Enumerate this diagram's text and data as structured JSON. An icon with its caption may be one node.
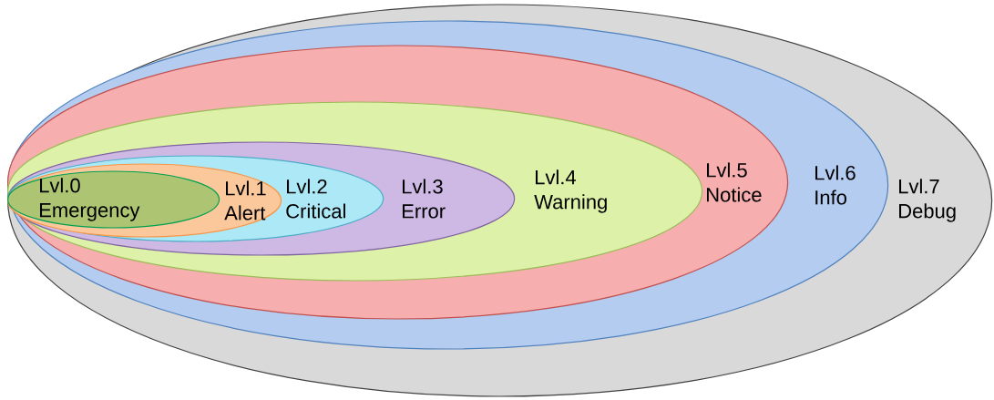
{
  "diagram": {
    "nodes": [
      {
        "text": [
          "Lvl.7 Debug"
        ]
      },
      {
        "text": [
          "Lvl.6 Info"
        ],
        "in": 0
      },
      {
        "text": [
          "Lvl.5 Notice"
        ],
        "in": 1
      },
      {
        "text": [
          "Lvl.4 Warning"
        ],
        "in": 2
      },
      {
        "text": [
          "Lvl.3 Error"
        ],
        "in": 3
      },
      {
        "text": [
          "Lvl.2 Critical"
        ],
        "in": 4
      },
      {
        "text": [
          "Lvl.1 Alert"
        ],
        "in": 5
      },
      {
        "text": [
          "Lvl.0 Emergency"
        ],
        "in": 6
      }
    ]
  }
}
